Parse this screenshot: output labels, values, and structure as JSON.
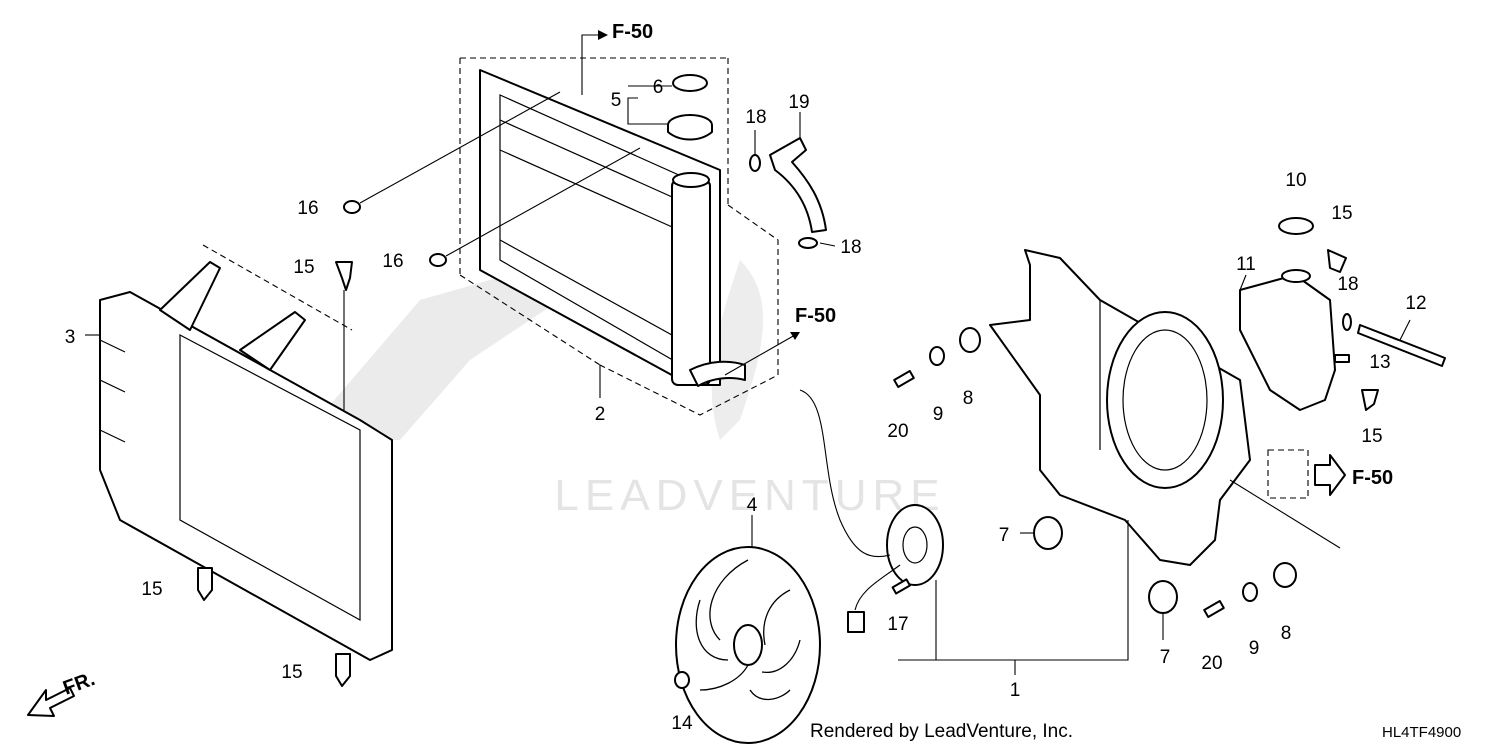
{
  "diagram": {
    "watermark": "LEADVENTURE",
    "footer_credit": "Rendered by LeadVenture, Inc.",
    "diagram_code": "HL4TF4900",
    "direction_label": "FR.",
    "ref_labels": [
      "F-50",
      "F-50",
      "F-50"
    ],
    "callouts": [
      "1",
      "2",
      "3",
      "4",
      "5",
      "6",
      "7",
      "7",
      "8",
      "8",
      "9",
      "9",
      "10",
      "11",
      "12",
      "13",
      "14",
      "15",
      "15",
      "15",
      "15",
      "15",
      "16",
      "16",
      "17",
      "18",
      "18",
      "18",
      "19",
      "20",
      "20"
    ],
    "colors": {
      "line": "#000000",
      "watermark": "#e4e4e4",
      "background": "#ffffff"
    }
  }
}
